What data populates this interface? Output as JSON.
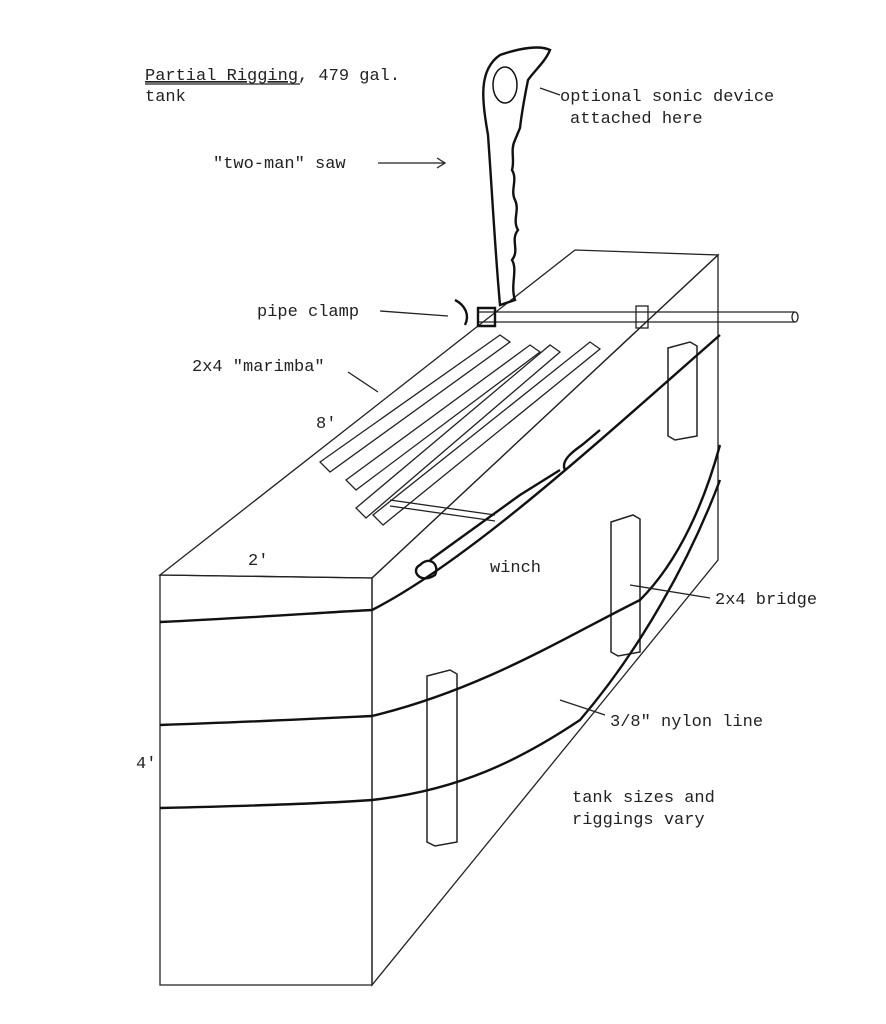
{
  "title": {
    "line1": "Partial Rigging",
    "line1_suffix": ", 479 gal.",
    "line2": "tank"
  },
  "labels": {
    "sonic_line1": "optional sonic device",
    "sonic_line2": "attached here",
    "saw": "\"two-man\" saw",
    "pipe_clamp": "pipe clamp",
    "marimba": "2x4 \"marimba\"",
    "length_8": "8'",
    "width_2": "2'",
    "winch": "winch",
    "bridge": "2x4 bridge",
    "nylon_frac": "3/8\"",
    "nylon_rest": " nylon line",
    "height_4": "4'",
    "note_line1": "tank sizes and",
    "note_line2": "riggings vary"
  }
}
